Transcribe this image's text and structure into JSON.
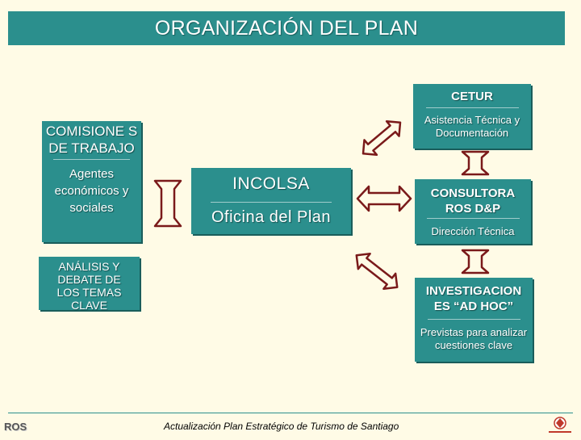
{
  "slide": {
    "title": "ORGANIZACIÓN DEL PLAN"
  },
  "comisiones": {
    "title": "COMISIONE S DE TRABAJO",
    "subtitle": "Agentes económicos y sociales"
  },
  "analisis": {
    "text": "ANÁLISIS Y DEBATE DE LOS TEMAS CLAVE"
  },
  "incolsa": {
    "title": "INCOLSA",
    "subtitle": "Oficina del Plan"
  },
  "cetur": {
    "title": "CETUR",
    "subtitle": "Asistencia Técnica y Documentación"
  },
  "consultora": {
    "title": "CONSULTORA ROS D&P",
    "subtitle": "Dirección Técnica"
  },
  "investigaciones": {
    "title": "INVESTIGACION ES “AD HOC”",
    "subtitle": "Previstas para analizar cuestiones clave"
  },
  "footer": {
    "left": "ROS",
    "center": "Actualización Plan Estratégico de Turismo de Santiago"
  },
  "colors": {
    "teal": "#2b8f8d",
    "arrow": "#7a1a1a",
    "background": "#fffbe6"
  }
}
